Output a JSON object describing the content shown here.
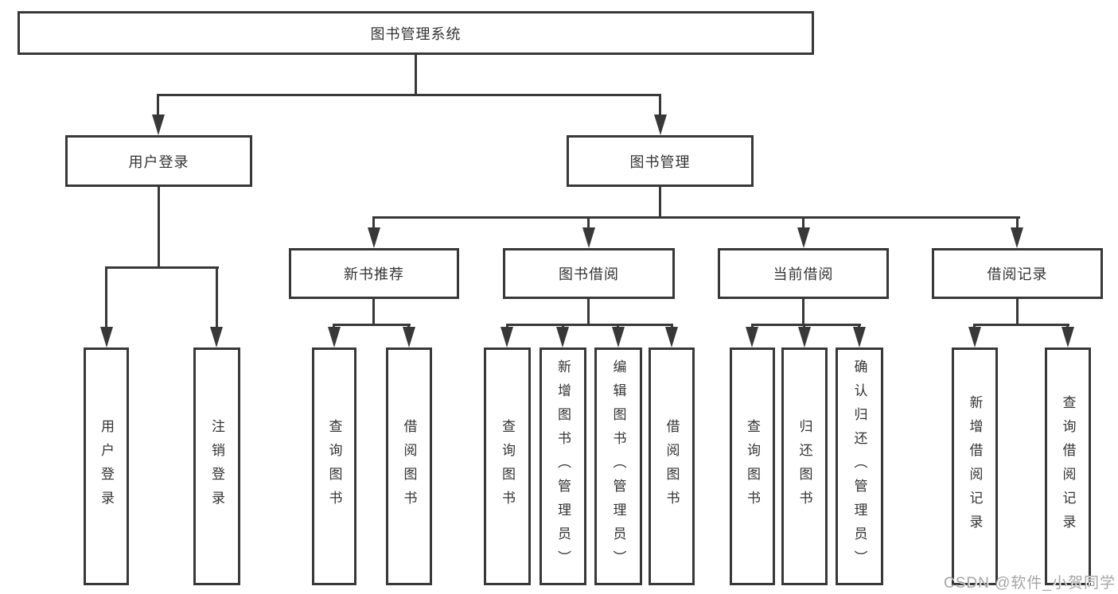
{
  "diagram_title": "图书管理系统",
  "watermark": {
    "text": "CSDN @软件_小贺同学"
  },
  "colors": {
    "line": "#383838",
    "box_border": "#383838",
    "box_fill": "#ffffff",
    "text": "#333333",
    "watermark": "#a6a6a6"
  },
  "tree": {
    "label": "图书管理系统",
    "children": [
      {
        "label": "用户登录",
        "children": [
          {
            "label": "用户登录"
          },
          {
            "label": "注销登录"
          }
        ]
      },
      {
        "label": "图书管理",
        "children": [
          {
            "label": "新书推荐",
            "children": [
              {
                "label": "查询图书"
              },
              {
                "label": "借阅图书"
              }
            ]
          },
          {
            "label": "图书借阅",
            "children": [
              {
                "label": "查询图书"
              },
              {
                "label": "新增图书（管理员）"
              },
              {
                "label": "编辑图书（管理员）"
              },
              {
                "label": "借阅图书"
              }
            ]
          },
          {
            "label": "当前借阅",
            "children": [
              {
                "label": "查询图书"
              },
              {
                "label": "归还图书"
              },
              {
                "label": "确认归还（管理员）"
              }
            ]
          },
          {
            "label": "借阅记录",
            "children": [
              {
                "label": "新增借阅记录"
              },
              {
                "label": "查询借阅记录"
              }
            ]
          }
        ]
      }
    ]
  }
}
